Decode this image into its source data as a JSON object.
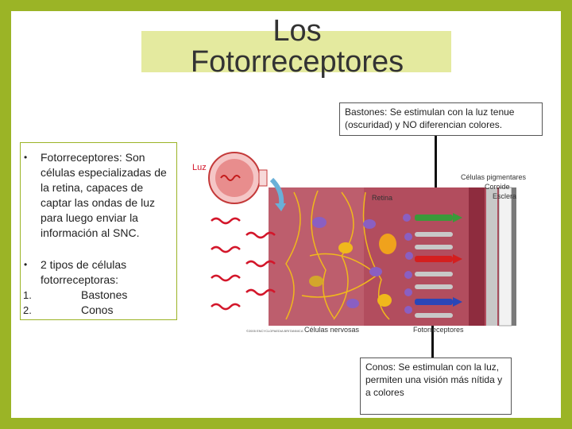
{
  "title": "Los Fotorreceptores",
  "callouts": {
    "rods": "Bastones: Se estimulan con la luz tenue (oscuridad) y NO diferencian colores.",
    "cones": "Conos: Se estimulan con la luz, permiten una visión más nítida y a colores"
  },
  "text": {
    "bullet1": "Fotorreceptores: Son células especializadas de la retina, capaces de captar las ondas de luz para luego enviar la información al SNC.",
    "bullet2": "2 tipos de células fotorreceptoras:",
    "list": [
      {
        "num": "1.",
        "label": "Bastones"
      },
      {
        "num": "2.",
        "label": "Conos"
      }
    ],
    "bullet_symbol": "•"
  },
  "diagram": {
    "labels": {
      "light": "Luz",
      "retina": "Retina",
      "pigment_cells": "Células pigmentares",
      "choroid": "Coroide",
      "sclera": "Esclera",
      "nerve_cells": "Células nervosas",
      "photoreceptors": "Fotorreceptores",
      "credit": "©2005 ENCYCLOPAEDIA BRITANNICA"
    },
    "colors": {
      "tissue": "#b24d5e",
      "rod_green": "#3a9a3a",
      "rod_red": "#d41f1f",
      "cone_blue": "#2a46b8",
      "nerve_yellow": "#f0b81c",
      "nerve_purple": "#8a5fc2",
      "wave": "#d3162a"
    }
  }
}
